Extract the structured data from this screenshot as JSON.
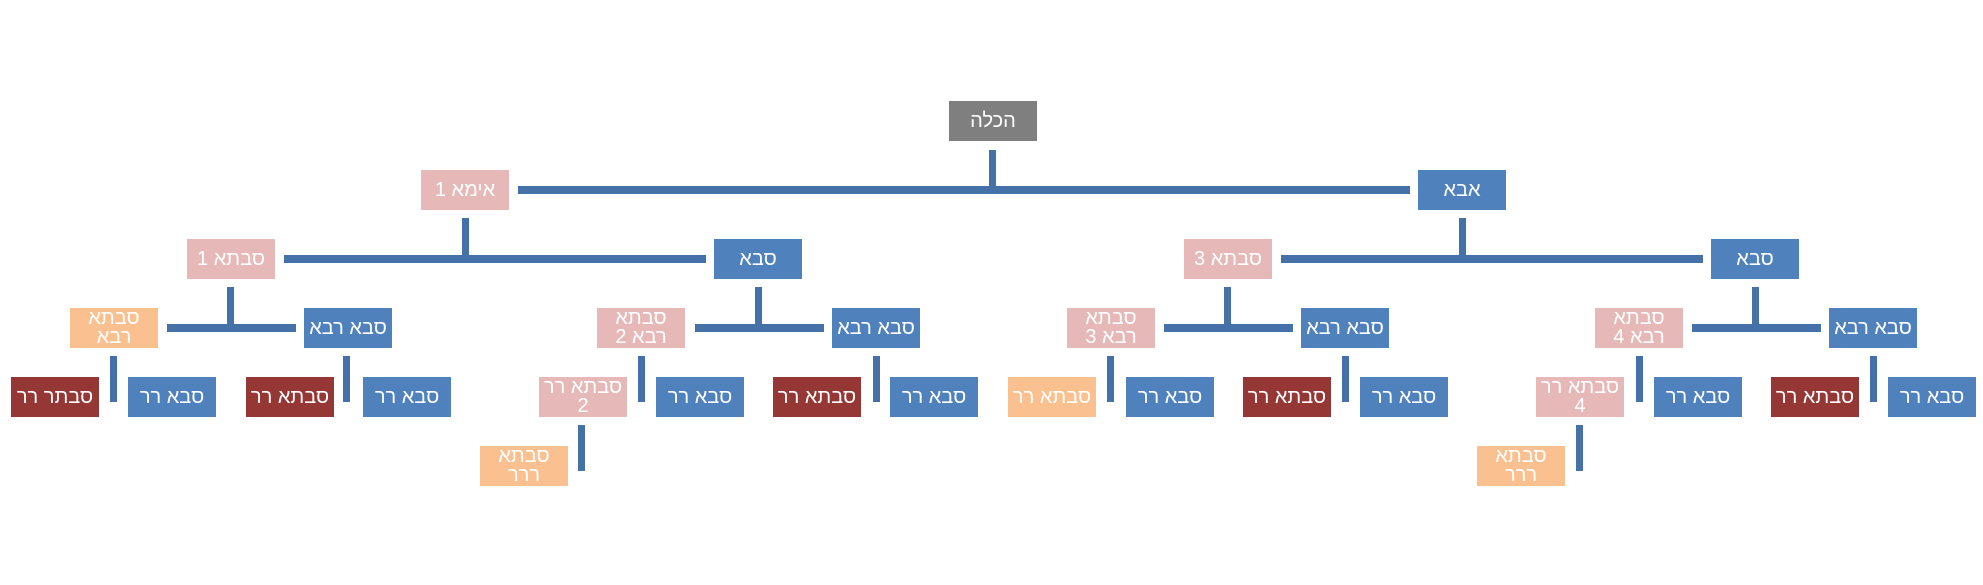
{
  "colors": {
    "connector": "#4472a8",
    "gray": "#7f7f7f",
    "blue": "#4f81bd",
    "pink": "#e6b9b8",
    "peach": "#fac090",
    "red": "#953735"
  },
  "nodes": {
    "root": "הכלה",
    "father": "אבא",
    "mother": "אימא 1",
    "m_grandpa": "סבא",
    "m_grandma": "סבתא 1",
    "f_grandpa": "סבא",
    "f_grandma": "סבתא 3",
    "mm_ggpa": "סבא רבא",
    "mm_ggma": "סבתא רבא",
    "mp_ggpa": "סבא רבא",
    "mp_ggma": "סבתא רבא 2",
    "fm_ggpa": "סבא רבא",
    "fm_ggma": "סבתא רבא 3",
    "fp_ggpa": "סבא רבא",
    "fp_ggma": "סבתא רבא 4",
    "g1_a": "סבתר רר",
    "g1_b": "סבא רר",
    "g1_c": "סבתא רר",
    "g1_d": "סבא רר",
    "g1_e": "סבתא רר 2",
    "g1_f": "סבא רר",
    "g1_g": "סבתא רר",
    "g1_h": "סבא רר",
    "g1_i": "סבתא רר",
    "g1_j": "סבא רר",
    "g1_k": "סבתא רר",
    "g1_l": "סבא רר",
    "g1_m": "סבתא רר 4",
    "g1_n": "סבא רר",
    "g1_o": "סבתא רר",
    "g1_p": "סבא רר",
    "g2_a": "סבתא ררר",
    "g2_b": "סבתא ררר"
  }
}
